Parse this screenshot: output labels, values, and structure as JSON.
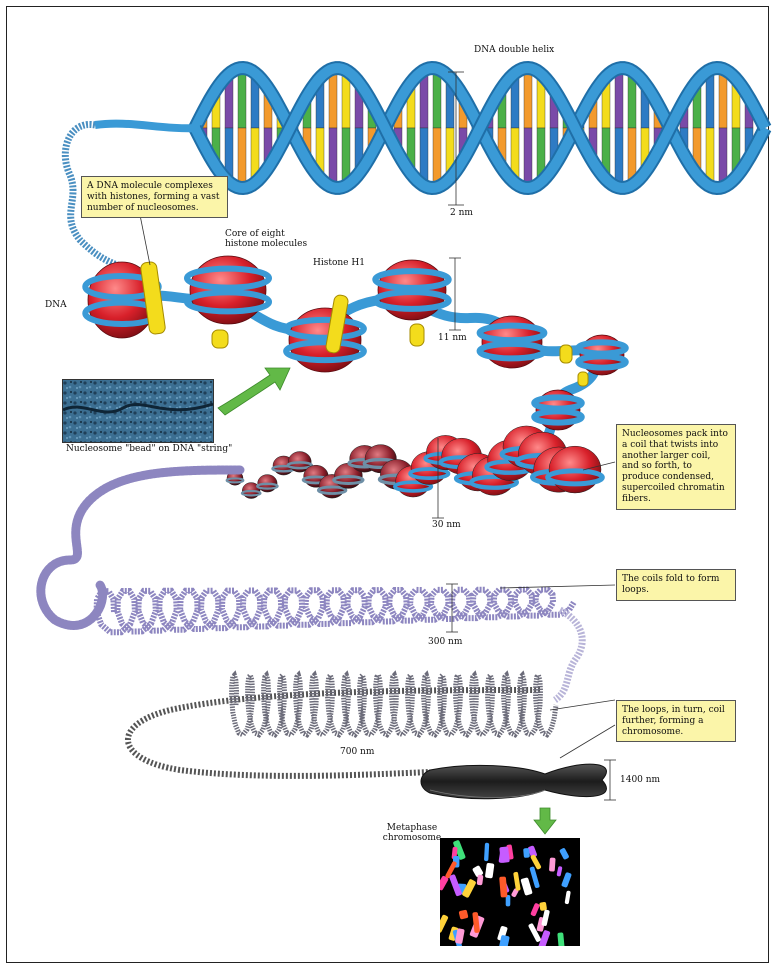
{
  "labels": {
    "dna_double_helix": "DNA double helix",
    "two_nm": "2 nm",
    "dna": "DNA",
    "core_histones": "Core of eight histone molecules",
    "histone_h1": "Histone H1",
    "eleven_nm": "11 nm",
    "nucleosome_caption": "Nucleosome \"bead\" on DNA \"string\"",
    "thirty_nm": "30 nm",
    "three_hundred_nm": "300 nm",
    "seven_hundred_nm": "700 nm",
    "fourteen_hundred_nm": "1400 nm",
    "metaphase": "Metaphase chromosome"
  },
  "callouts": {
    "complexes": "A DNA molecule complexes with histones, forming a vast number of nucleosomes.",
    "pack": "Nucleosomes pack into a coil that twists into another larger coil, and so forth, to produce condensed, supercoiled chromatin fibers.",
    "loops": "The coils fold to form loops.",
    "coil_further": "The loops, in turn, coil further, forming a chromosome."
  },
  "colors": {
    "backbone": "#3a9ad6",
    "backbone_dark": "#1f6fa8",
    "histone": "#d8202a",
    "h1": "#f3dc1c",
    "callout_bg": "#fbf5a9",
    "coil": "#8d86c0",
    "chromosome": "#2a2a2a",
    "arrow": "#62b947",
    "base_colors": [
      "#f39a2c",
      "#f3dc1c",
      "#7a4aa8",
      "#4bb048",
      "#2e7bc4"
    ]
  }
}
